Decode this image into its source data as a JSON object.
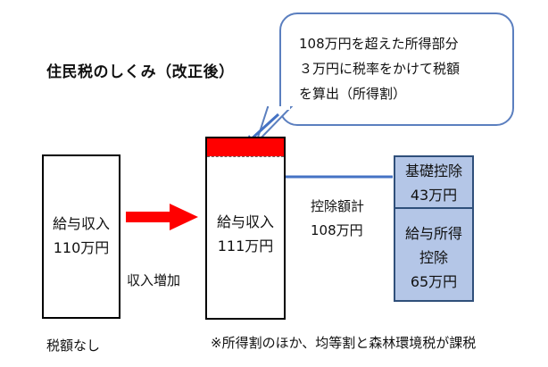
{
  "title": "住民税のしくみ（改正後）",
  "callout": {
    "lines": [
      "108万円を超えた所得部分",
      "３万円に税率をかけて税額",
      "を算出（所得割）"
    ]
  },
  "left_box": {
    "lines": [
      "給与収入",
      "110万円"
    ]
  },
  "middle_box": {
    "lines": [
      "給与収入",
      "111万円"
    ]
  },
  "increase_label": "収入増加",
  "deduction_total": {
    "lines": [
      "控除額計",
      "108万円"
    ]
  },
  "basic_deduction": {
    "lines": [
      "基礎控除",
      "43万円"
    ]
  },
  "salary_deduction": {
    "lines": [
      "給与所得",
      "控除",
      "65万円"
    ]
  },
  "no_tax_label": "税額なし",
  "footnote": "※所得割のほか、均等割と森林環境税が課税",
  "colors": {
    "red": "#ff0000",
    "blue_fill": "#b4c6e7",
    "blue_border": "#2f4f7a",
    "arrow_blue": "#4472c4",
    "callout_border": "#5b7fbf"
  }
}
